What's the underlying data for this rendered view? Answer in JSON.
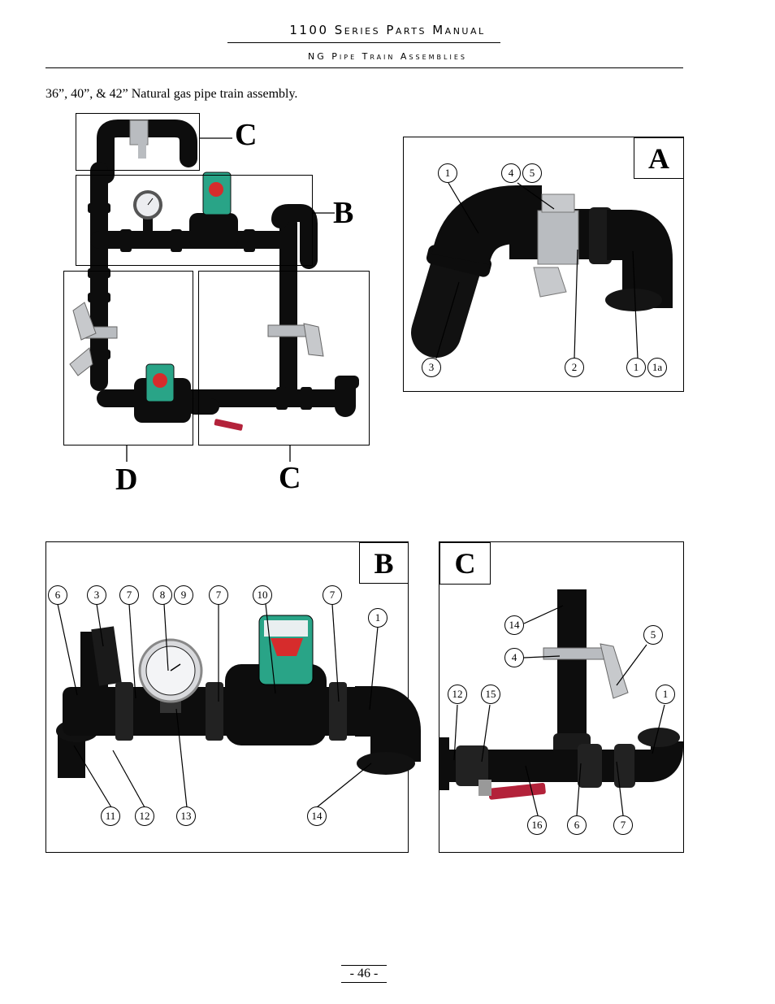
{
  "header": {
    "title": "1100 Series Parts Manual",
    "subtitle": "NG Pipe Train Assemblies"
  },
  "caption": "36”, 40”, & 42” Natural gas pipe train assembly.",
  "overview": {
    "labels": {
      "c_top": "C",
      "b": "B",
      "d": "D",
      "c_bottom": "C"
    }
  },
  "detail_a": {
    "letter": "A",
    "callouts": [
      "1",
      "4",
      "5",
      "3",
      "2",
      "1",
      "1a"
    ]
  },
  "detail_b": {
    "letter": "B",
    "callouts": [
      "6",
      "3",
      "7",
      "8",
      "9",
      "7",
      "10",
      "7",
      "1",
      "11",
      "12",
      "13",
      "14"
    ]
  },
  "detail_c": {
    "letter": "C",
    "callouts": [
      "14",
      "5",
      "4",
      "12",
      "15",
      "1",
      "16",
      "6",
      "7"
    ]
  },
  "footer": {
    "page": "- 46 -"
  },
  "colors": {
    "pipe": "#0d0d0d",
    "bracket": "#b9bcc0",
    "valve_green": "#29a487",
    "valve_red": "#d62c2c",
    "handle_red": "#b3223a"
  }
}
